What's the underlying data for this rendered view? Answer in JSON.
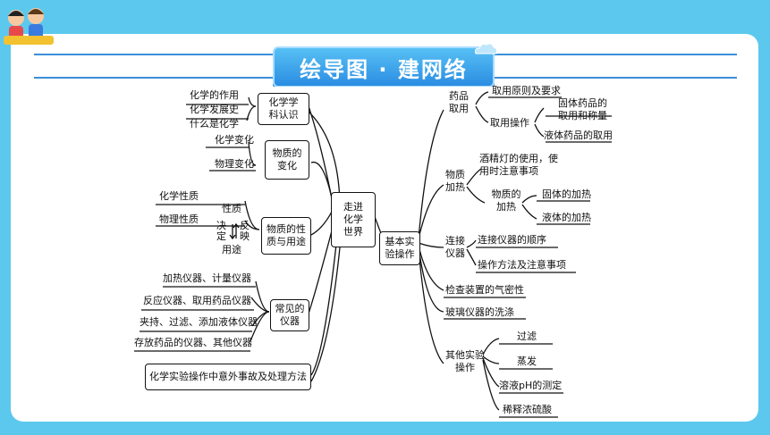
{
  "banner": {
    "title": "绘导图 · 建网络"
  },
  "mindmap": {
    "center": "走进化学世界",
    "left": {
      "chem_subject": {
        "label": "化学学科认识",
        "items": [
          "化学的作用",
          "化学发展史",
          "什么是化学"
        ]
      },
      "matter_change": {
        "label": "物质的变化",
        "items": [
          "化学变化",
          "物理变化"
        ]
      },
      "properties": {
        "label": "物质的性质与用途",
        "items": [
          "化学性质",
          "物理性质"
        ],
        "nature": "性质",
        "decide": "决定",
        "reflect": "反映",
        "use": "用途"
      },
      "instruments": {
        "label": "常见的仪器",
        "items": [
          "加热仪器、计量仪器",
          "反应仪器、取用药品仪器",
          "夹持、过滤、添加液体仪器",
          "存放药品的仪器、其他仪器"
        ]
      },
      "accident": {
        "label": "化学实验操作中意外事故及处理方法"
      }
    },
    "right": {
      "basic_ops": "基本实验操作",
      "drug_take": {
        "label": "药品取用",
        "principle": "取用原则及要求",
        "op": "取用操作",
        "solid": "固体药品的取用和称量",
        "liquid": "液体药品的取用"
      },
      "heating": {
        "label": "物质加热",
        "lamp": "酒精灯的使用，使用时注意事项",
        "heat_matter": "物质的加热",
        "solid": "固体的加热",
        "liquid": "液体的加热"
      },
      "connect": {
        "label": "连接仪器",
        "order": "连接仪器的顺序",
        "method": "操作方法及注意事项"
      },
      "airtight": "检查装置的气密性",
      "wash": "玻璃仪器的洗涤",
      "other": {
        "label": "其他实验操作",
        "items": [
          "过滤",
          "蒸发",
          "溶液pH的测定",
          "稀释浓硫酸"
        ]
      }
    }
  },
  "colors": {
    "background": "#5cc8ee",
    "banner": "#2b8de2",
    "line": "#111111"
  }
}
